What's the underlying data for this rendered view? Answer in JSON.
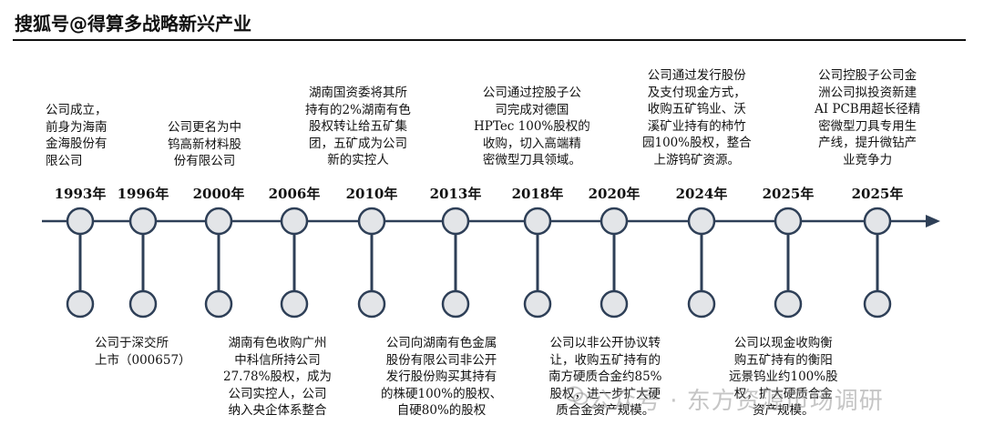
{
  "header": {
    "title": "搜狐号@得算多战略新兴产业"
  },
  "colors": {
    "accent": "#2e3f57",
    "fill": "#e3e5e8",
    "text": "#111111"
  },
  "milestones": [
    {
      "year": "1993年",
      "desc": "公司成立，\n前身为海南\n金海股份有\n限公司"
    },
    {
      "year": "1996年",
      "desc": "公司于深交所\n上市（000657）"
    },
    {
      "year": "2000年",
      "desc": "公司更名为中\n钨高新材料股\n份有限公司"
    },
    {
      "year": "2006年",
      "desc": "湖南有色收购广州\n中科信所持公司\n27.78%股权，成为\n公司实控人，公司\n纳入央企体系整合"
    },
    {
      "year": "2010年",
      "desc": "湖南国资委将其所\n持有的2%湖南有色\n股权转让给五矿集\n团，五矿成为公司\n新的实控人"
    },
    {
      "year": "2013年",
      "desc": "公司向湖南有色金属\n股份有限公司非公开\n发行股份购买其持有\n的株硬100%的股权、\n自硬80%的股权"
    },
    {
      "year": "2018年",
      "desc": "公司通过控股子公\n司完成对德国\nHPTec 100%股权的\n收购，切入高端精\n密微型刀具领域。"
    },
    {
      "year": "2020年",
      "desc": "公司以非公开协议转\n让，收购五矿持有的\n南方硬质合金约85%\n股权，进一步扩大硬\n质合金资产规模。"
    },
    {
      "year": "2024年",
      "desc": "公司通过发行股份\n及支付现金方式，\n收购五矿钨业、沃\n溪矿业持有的柿竹\n园100%股权，整合\n上游钨矿资源。"
    },
    {
      "year": "2025年",
      "desc": "公司以现金收购衡\n购五矿持有的衡阳\n远景钨业约100%股\n权，扩大硬质合金\n资产规模。"
    },
    {
      "year": "2025年",
      "desc": "公司控股子公司金\n洲公司拟投资新建\nAI PCB用超长径精\n密微型刀具专用生\n产线，提升微钻产\n业竞争力"
    }
  ],
  "watermark": {
    "text": "公众号 · 东方资源市场调研"
  }
}
